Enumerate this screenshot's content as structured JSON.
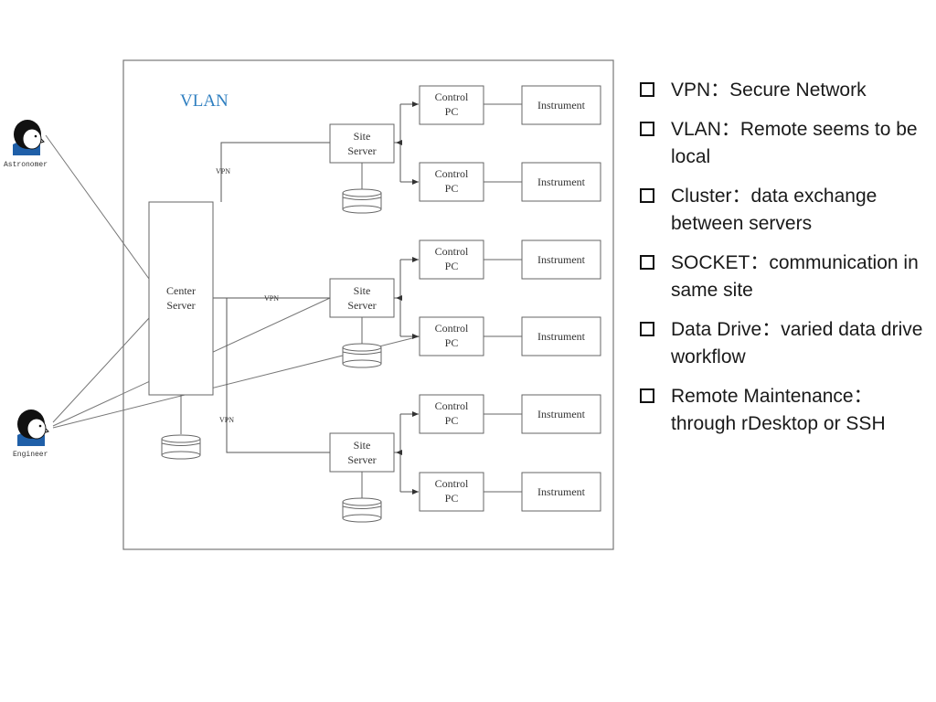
{
  "diagram": {
    "vlan_label": "VLAN",
    "people": {
      "astronomer": "Astronomer",
      "engineer": "Engineer"
    },
    "center_server": [
      "Center",
      "Server"
    ],
    "site_server": [
      "Site",
      "Server"
    ],
    "control_pc": [
      "Control",
      "PC"
    ],
    "instrument": "Instrument",
    "vpn_label": "VPN"
  },
  "bullets": [
    "VPN：Secure Network",
    "VLAN：Remote seems to be local",
    "Cluster：data exchange between servers",
    "SOCKET：communication in same site",
    "Data Drive：varied data drive workflow",
    "Remote Maintenance：through rDesktop or SSH"
  ]
}
